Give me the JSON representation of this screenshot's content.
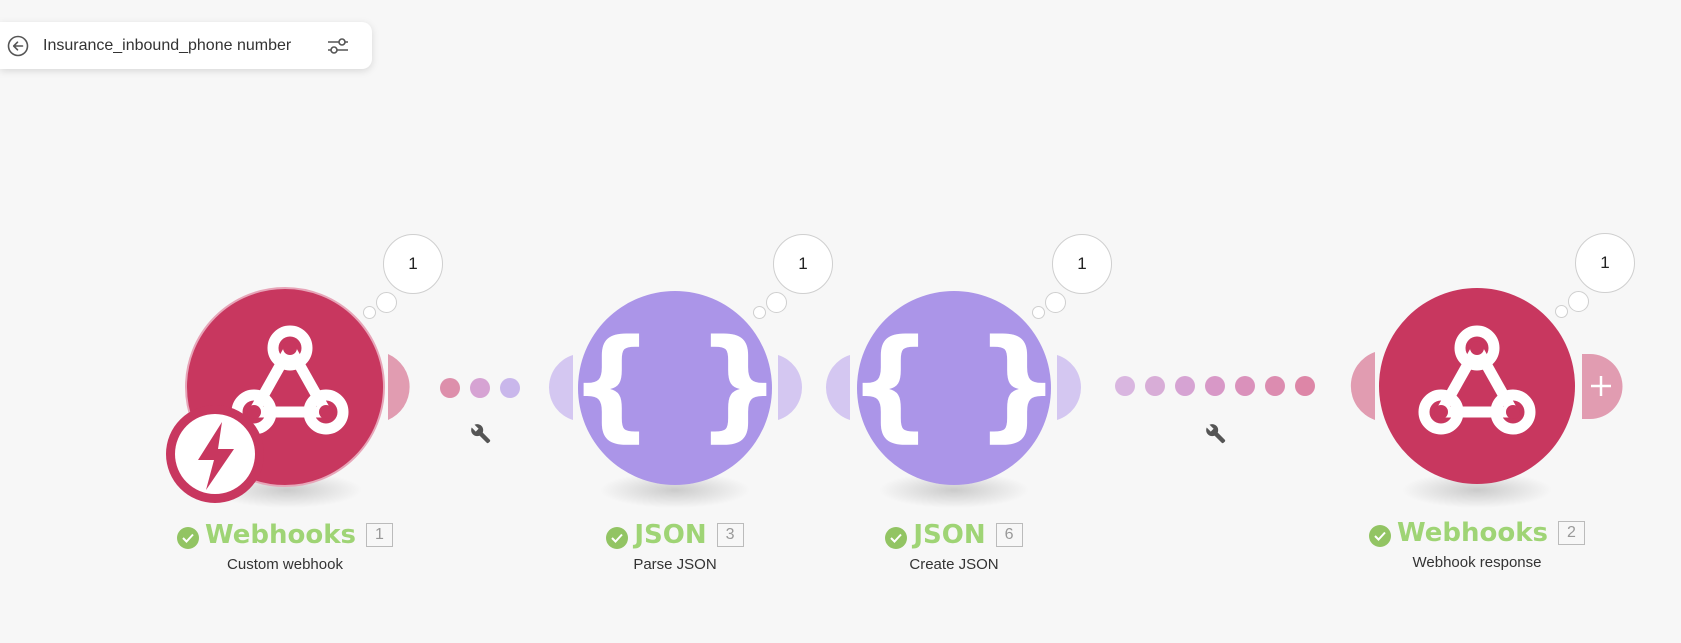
{
  "header": {
    "scenario_title": "Insurance_inbound_phone number",
    "back_icon": "back-arrow-icon",
    "settings_icon": "sliders-icon"
  },
  "colors": {
    "webhook": "#c8375f",
    "json": "#ab95e8",
    "success": "#92c463",
    "label_green": "#9fd475"
  },
  "modules": [
    {
      "app": "Webhooks",
      "index": "1",
      "action": "Custom webhook",
      "ops": "1",
      "icon": "webhook-icon",
      "trigger": true
    },
    {
      "app": "JSON",
      "index": "3",
      "action": "Parse JSON",
      "ops": "1",
      "icon": "json-braces-icon"
    },
    {
      "app": "JSON",
      "index": "6",
      "action": "Create JSON",
      "ops": "1",
      "icon": "json-braces-icon"
    },
    {
      "app": "Webhooks",
      "index": "2",
      "action": "Webhook response",
      "ops": "1",
      "icon": "webhook-icon"
    }
  ],
  "connectors": [
    {
      "from": "1",
      "to": "3",
      "icon": "wrench-icon"
    },
    {
      "from": "3",
      "to": "6"
    },
    {
      "from": "6",
      "to": "2",
      "icon": "wrench-icon"
    }
  ],
  "add_module_icon": "plus-icon"
}
